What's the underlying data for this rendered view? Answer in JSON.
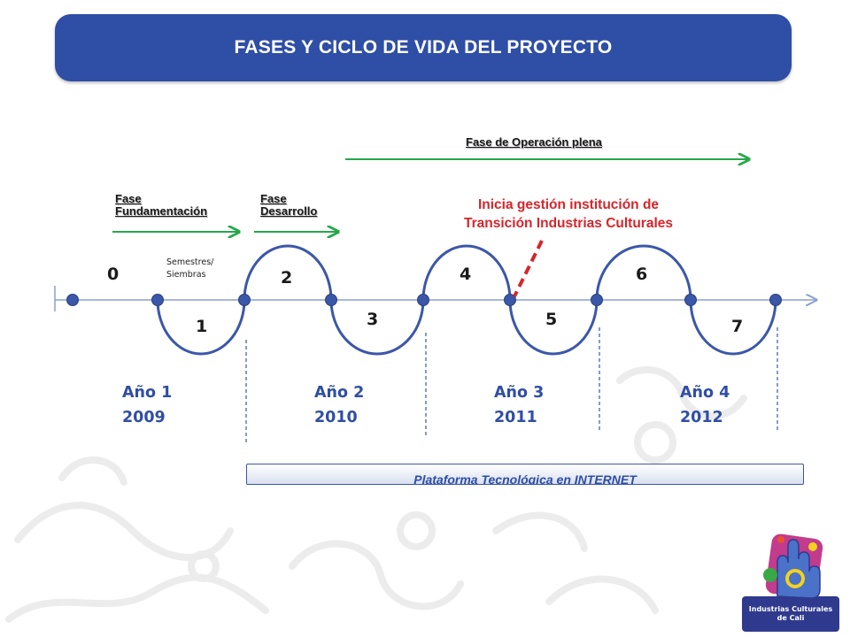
{
  "header": {
    "title": "FASES Y CICLO DE VIDA DEL PROYECTO"
  },
  "phases": {
    "operacion": "Fase de Operación plena",
    "fundamentacion_1": "Fase",
    "fundamentacion_2": "Fundamentación",
    "desarrollo_1": "Fase",
    "desarrollo_2": "Desarrollo"
  },
  "note": {
    "line1": "Inicia gestión institución de",
    "line2": "Transición Industrias Culturales"
  },
  "semestres": {
    "line1": "Semestres/",
    "line2": "Siembras"
  },
  "nodes": [
    "0",
    "1",
    "2",
    "3",
    "4",
    "5",
    "6",
    "7"
  ],
  "years": [
    {
      "label": "Año 1",
      "year": "2009"
    },
    {
      "label": "Año 2",
      "year": "2010"
    },
    {
      "label": "Año 3",
      "year": "2011"
    },
    {
      "label": "Año 4",
      "year": "2012"
    }
  ],
  "platform": {
    "label": "Plataforma Tecnológica en INTERNET"
  },
  "logo": {
    "line1": "Industrias Culturales",
    "line2": "de Cali"
  },
  "colors": {
    "header_bg": "#2f4ea5",
    "wave": "#3b57a8",
    "arrow": "#26a84a",
    "note": "#d6252b",
    "year": "#2f4ea5"
  }
}
